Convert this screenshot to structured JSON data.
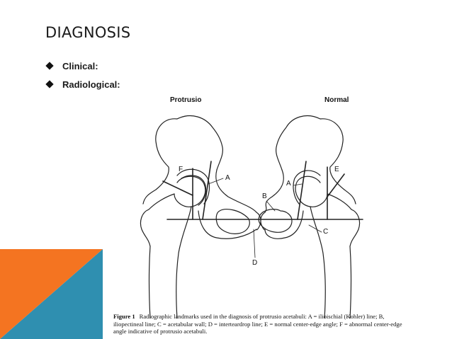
{
  "slide": {
    "title": "DIAGNOSIS",
    "bullets": [
      "Clinical:",
      "Radiological:"
    ],
    "colors": {
      "corner_orange": "#f47421",
      "corner_teal": "#2f8fb0",
      "text": "#1a1a1a"
    },
    "bullet_icon": "diamond-bullet-icon"
  },
  "figure": {
    "labels": {
      "protrusio": "Protrusio",
      "normal": "Normal",
      "a": "A",
      "b": "B",
      "c": "C",
      "d": "D",
      "e": "E",
      "f": "F"
    },
    "caption_label": "Figure 1",
    "caption_text": "Radiographic landmarks used in the diagnosis of protrusio acetabuli: A = ilioischial (Kohler) line; B, iliopectineal line; C = acetabular wall; D = interteardrop line; E = normal center-edge angle; F = abnormal center-edge angle indicative of protrusio acetabuli."
  }
}
